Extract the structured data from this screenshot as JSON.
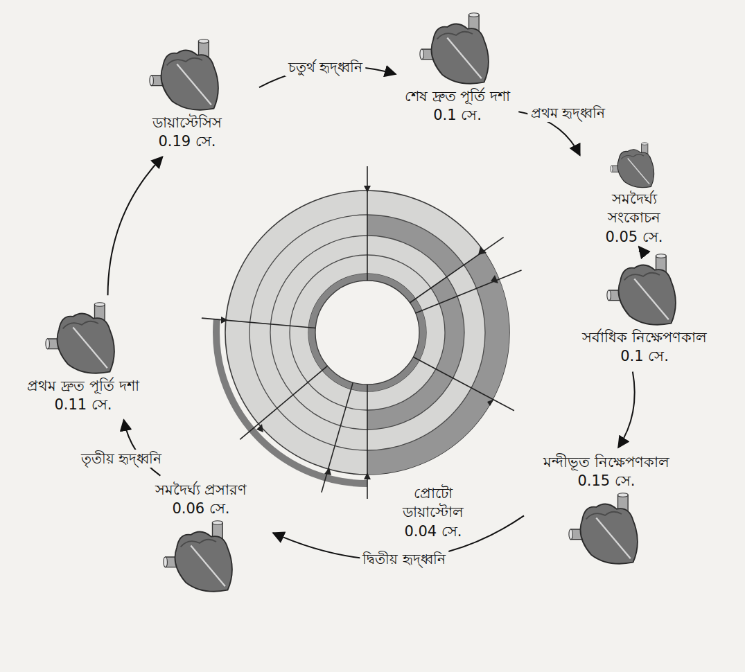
{
  "diagram": {
    "nodes": [
      {
        "text": [
          "শেষ দ্রুত পূর্তি দশা",
          "0.1 সে."
        ]
      },
      {
        "text": [
          "সমদৈর্ঘ্য সংকোচন",
          "0.05 সে."
        ]
      },
      {
        "text": [
          "সর্বাধিক নিক্ষেপণকাল",
          "0.1 সে."
        ]
      },
      {
        "text": [
          "মন্দীভূত নিক্ষেপণকাল",
          "0.15 সে."
        ]
      },
      {
        "text": [
          "প্রোটো ডায়াস্টোল",
          "0.04 সে."
        ]
      },
      {
        "text": [
          "সমদৈর্ঘ্য প্রসারণ",
          "0.06 সে."
        ]
      },
      {
        "text": [
          "প্রথম দ্রুত পূর্তি দশা",
          "0.11 সে."
        ]
      },
      {
        "text": [
          "ডায়াস্টেসিস",
          "0.19 সে."
        ]
      }
    ],
    "edges": [
      {
        "from": 0,
        "to": 1,
        "arrow": "to",
        "label": "প্রথম হৃদ্ধ্বনি"
      },
      {
        "from": 1,
        "to": 2,
        "arrow": "to"
      },
      {
        "from": 2,
        "to": 3,
        "arrow": "to"
      },
      {
        "from": 3,
        "to": 5,
        "arrow": "to",
        "label": "দ্বিতীয় হৃদ্ধ্বনি"
      },
      {
        "from": 5,
        "to": 6,
        "arrow": "to",
        "label": "তৃতীয় হৃদ্ধ্বনি"
      },
      {
        "from": 6,
        "to": 7,
        "arrow": "to"
      },
      {
        "from": 7,
        "to": 0,
        "arrow": "to",
        "label": "চতুর্থ হৃদ্ধ্বনি"
      }
    ]
  }
}
